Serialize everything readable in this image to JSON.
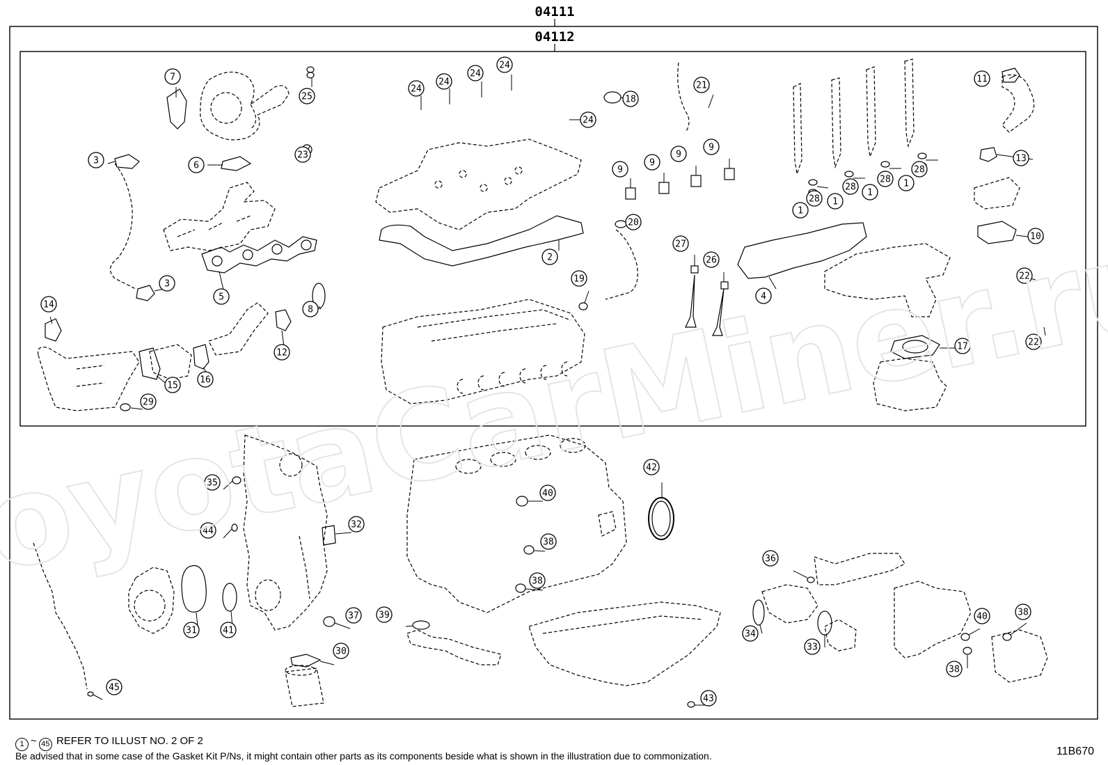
{
  "header": {
    "outer_kit": "04111",
    "inner_kit": "04112"
  },
  "watermark": "ToyotaCarMiner.ru",
  "callouts": [
    {
      "id": "c7",
      "n": "7"
    },
    {
      "id": "c25",
      "n": "25"
    },
    {
      "id": "c3a",
      "n": "3"
    },
    {
      "id": "c6",
      "n": "6"
    },
    {
      "id": "c23",
      "n": "23"
    },
    {
      "id": "c3b",
      "n": "3"
    },
    {
      "id": "c5",
      "n": "5"
    },
    {
      "id": "c8",
      "n": "8"
    },
    {
      "id": "c14",
      "n": "14"
    },
    {
      "id": "c12",
      "n": "12"
    },
    {
      "id": "c15",
      "n": "15"
    },
    {
      "id": "c16",
      "n": "16"
    },
    {
      "id": "c29",
      "n": "29"
    },
    {
      "id": "c24a",
      "n": "24"
    },
    {
      "id": "c24b",
      "n": "24"
    },
    {
      "id": "c24c",
      "n": "24"
    },
    {
      "id": "c24d",
      "n": "24"
    },
    {
      "id": "c24e",
      "n": "24"
    },
    {
      "id": "c18",
      "n": "18"
    },
    {
      "id": "c2",
      "n": "2"
    },
    {
      "id": "c21",
      "n": "21"
    },
    {
      "id": "c9a",
      "n": "9"
    },
    {
      "id": "c9b",
      "n": "9"
    },
    {
      "id": "c9c",
      "n": "9"
    },
    {
      "id": "c9d",
      "n": "9"
    },
    {
      "id": "c20",
      "n": "20"
    },
    {
      "id": "c19",
      "n": "19"
    },
    {
      "id": "c27",
      "n": "27"
    },
    {
      "id": "c26",
      "n": "26"
    },
    {
      "id": "c28a",
      "n": "28"
    },
    {
      "id": "c28b",
      "n": "28"
    },
    {
      "id": "c28c",
      "n": "28"
    },
    {
      "id": "c28d",
      "n": "28"
    },
    {
      "id": "c1a",
      "n": "1"
    },
    {
      "id": "c1b",
      "n": "1"
    },
    {
      "id": "c1c",
      "n": "1"
    },
    {
      "id": "c1d",
      "n": "1"
    },
    {
      "id": "c4",
      "n": "4"
    },
    {
      "id": "c11",
      "n": "11"
    },
    {
      "id": "c13",
      "n": "13"
    },
    {
      "id": "c10",
      "n": "10"
    },
    {
      "id": "c22a",
      "n": "22"
    },
    {
      "id": "c22b",
      "n": "22"
    },
    {
      "id": "c17",
      "n": "17"
    },
    {
      "id": "c35",
      "n": "35"
    },
    {
      "id": "c44",
      "n": "44"
    },
    {
      "id": "c32",
      "n": "32"
    },
    {
      "id": "c31",
      "n": "31"
    },
    {
      "id": "c41",
      "n": "41"
    },
    {
      "id": "c37",
      "n": "37"
    },
    {
      "id": "c30",
      "n": "30"
    },
    {
      "id": "c45",
      "n": "45"
    },
    {
      "id": "c40a",
      "n": "40"
    },
    {
      "id": "c38a",
      "n": "38"
    },
    {
      "id": "c38b",
      "n": "38"
    },
    {
      "id": "c42",
      "n": "42"
    },
    {
      "id": "c39",
      "n": "39"
    },
    {
      "id": "c43",
      "n": "43"
    },
    {
      "id": "c36",
      "n": "36"
    },
    {
      "id": "c34",
      "n": "34"
    },
    {
      "id": "c33",
      "n": "33"
    },
    {
      "id": "c40b",
      "n": "40"
    },
    {
      "id": "c38c",
      "n": "38"
    },
    {
      "id": "c38d",
      "n": "38"
    }
  ],
  "footer": {
    "ref_start": "1",
    "ref_end": "45",
    "ref_text": "REFER TO ILLUST NO. 2 OF 2",
    "note": "Be advised that in some case of the Gasket Kit P/Ns,  it might contain other parts as its components beside what is shown in the illustration due to commonization.",
    "illust_code": "11B670"
  }
}
